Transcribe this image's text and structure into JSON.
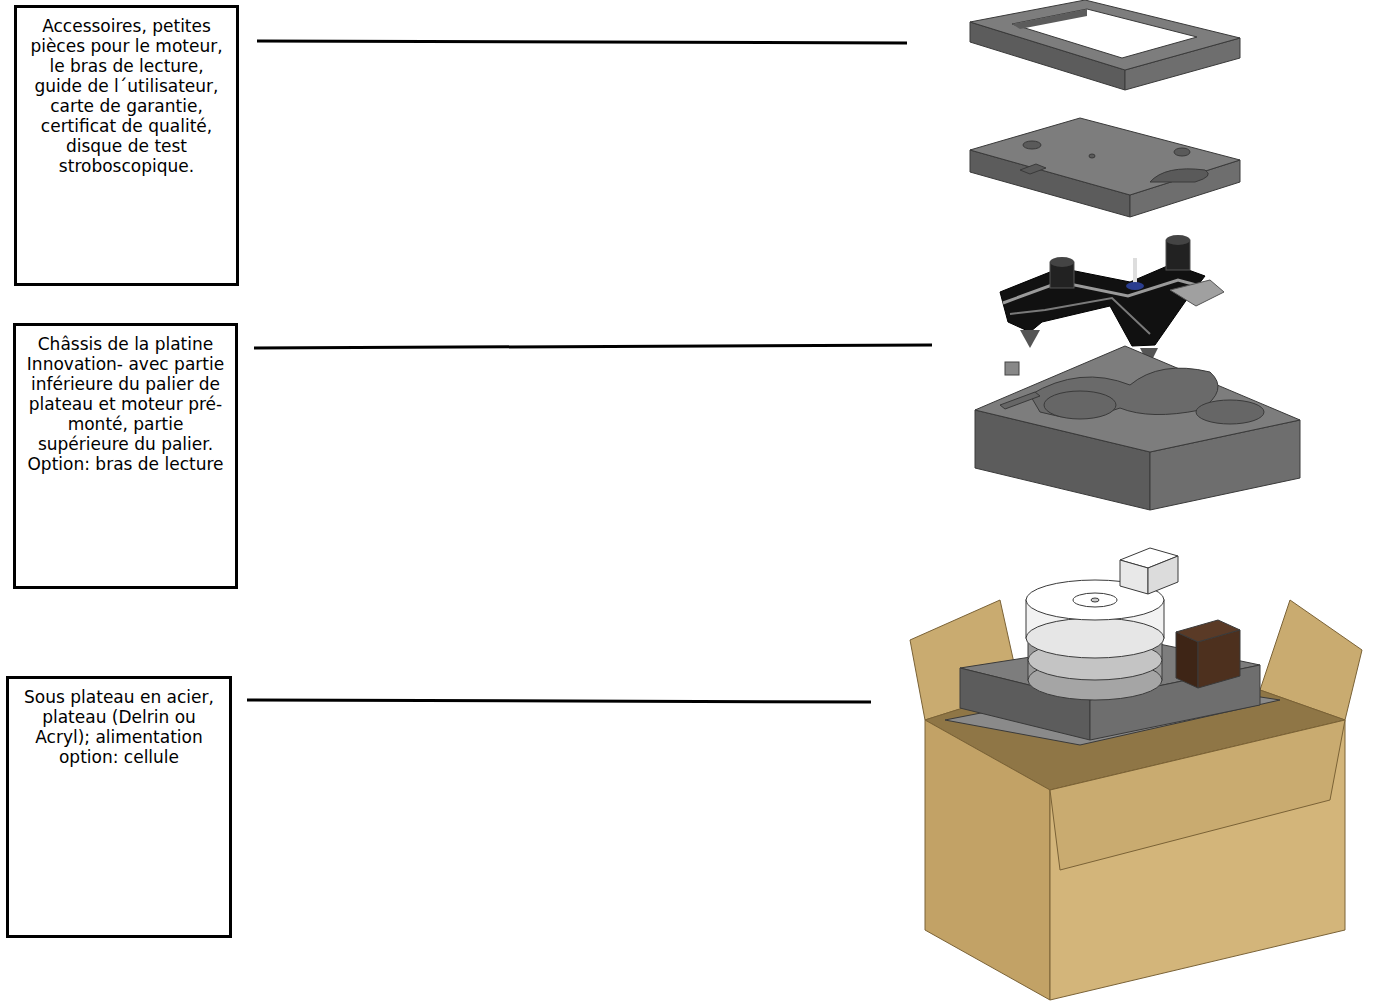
{
  "diagram": {
    "nodes": [
      {
        "text": [
          "Accessoires, petites pièces pour le moteur, le bras de lecture, guide de l´utilisateur, carte de garantie, certificat de qualité, disque de test stroboscopique."
        ]
      },
      {
        "text": [
          "Châssis de la platine Innovation- avec partie inférieure du palier de plateau et moteur pré-monté, partie supérieure du palier. Option: bras de lecture"
        ]
      },
      {
        "text": [
          "Sous plateau en acier, plateau (Delrin ou Acryl); alimentation option: cellule"
        ]
      }
    ]
  }
}
